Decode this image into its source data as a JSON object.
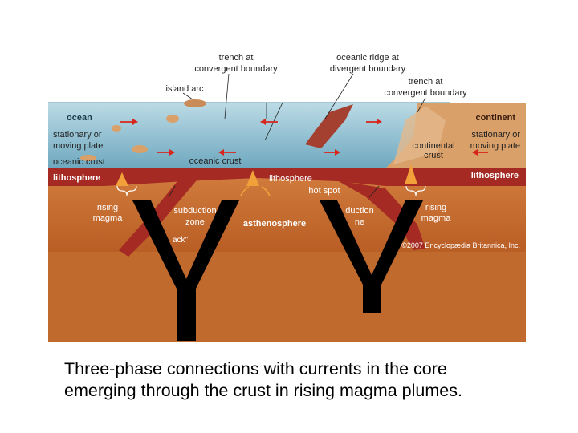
{
  "diagram": {
    "labels": {
      "trench_left_1": "trench at",
      "trench_left_2": "convergent boundary",
      "ridge_1": "oceanic ridge at",
      "ridge_2": "divergent boundary",
      "trench_right_1": "trench at",
      "trench_right_2": "convergent boundary",
      "island_arc": "island arc",
      "ocean": "ocean",
      "continent": "continent",
      "stationary_left_1": "stationary or",
      "stationary_left_2": "moving plate",
      "stationary_right_1": "stationary or",
      "stationary_right_2": "moving plate",
      "oceanic_crust_left": "oceanic crust",
      "oceanic_crust_mid": "oceanic crust",
      "continental_crust_1": "continental",
      "continental_crust_2": "crust",
      "lithosphere_left": "lithosphere",
      "lithosphere_mid": "lithosphere",
      "lithosphere_right": "lithosphere",
      "hot_spot": "hot spot",
      "rising_magma_left_1": "rising",
      "rising_magma_left_2": "magma",
      "rising_magma_right_1": "rising",
      "rising_magma_right_2": "magma",
      "subduction_left_1": "subduction",
      "subduction_left_2": "zone",
      "subduction_right_1": "duction",
      "subduction_right_2": "ne",
      "asthenosphere": "asthenosphere",
      "slab_pull": "ack\"",
      "copyright": "©2007 Encyclopædia Britannica, Inc."
    },
    "overlay_glyphs": [
      "Y",
      "Y"
    ]
  },
  "caption": {
    "line1": "Three-phase connections with currents in the core",
    "line2": "emerging through the crust in rising magma plumes."
  },
  "colors": {
    "ocean": "#8fc2d6",
    "lithosphere": "#a42a23",
    "asthenosphere": "#c8652c",
    "mantle_lower": "#c26a2d",
    "continent": "#d9a06a",
    "arrows": "#d9261c"
  }
}
